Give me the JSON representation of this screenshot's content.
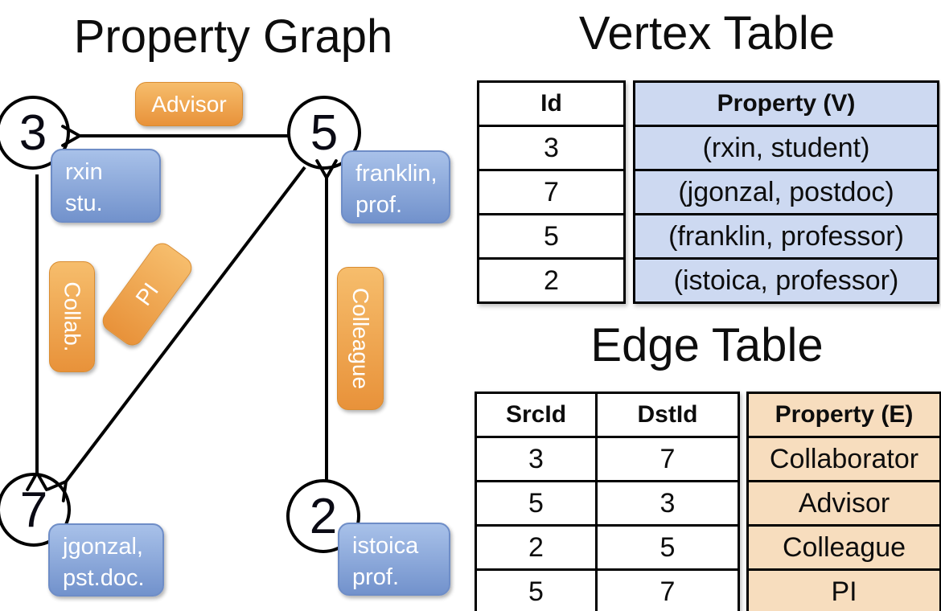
{
  "titles": {
    "graph": "Property Graph",
    "vertex_table": "Vertex Table",
    "edge_table": "Edge Table"
  },
  "graph": {
    "nodes": [
      {
        "id": "3",
        "property": "rxin\nstu."
      },
      {
        "id": "5",
        "property": "franklin,\nprof."
      },
      {
        "id": "7",
        "property": "jgonzal,\npst.doc."
      },
      {
        "id": "2",
        "property": "istoica\nprof."
      }
    ],
    "edge_labels": {
      "advisor": "Advisor",
      "collab": "Collab.",
      "pi": "PI",
      "colleague": "Colleague"
    }
  },
  "vertex_table": {
    "columns": [
      "Id",
      "Property (V)"
    ],
    "rows": [
      [
        "3",
        "(rxin, student)"
      ],
      [
        "7",
        "(jgonzal, postdoc)"
      ],
      [
        "5",
        "(franklin, professor)"
      ],
      [
        "2",
        "(istoica, professor)"
      ]
    ]
  },
  "edge_table": {
    "columns": [
      "SrcId",
      "DstId",
      "Property (E)"
    ],
    "rows": [
      [
        "3",
        "7",
        "Collaborator"
      ],
      [
        "5",
        "3",
        "Advisor"
      ],
      [
        "2",
        "5",
        "Colleague"
      ],
      [
        "5",
        "7",
        "PI"
      ]
    ]
  },
  "colors": {
    "orange_top": "#f6bd6c",
    "orange_bottom": "#e8923a",
    "orange_border": "#da8c30",
    "blue_top": "#a8c1e9",
    "blue_bottom": "#7292cc",
    "blue_border": "#6e8dc7",
    "vertex_cell_bg": "#cdd9f1",
    "edge_cell_bg": "#f7ddbe",
    "line": "#000000"
  }
}
